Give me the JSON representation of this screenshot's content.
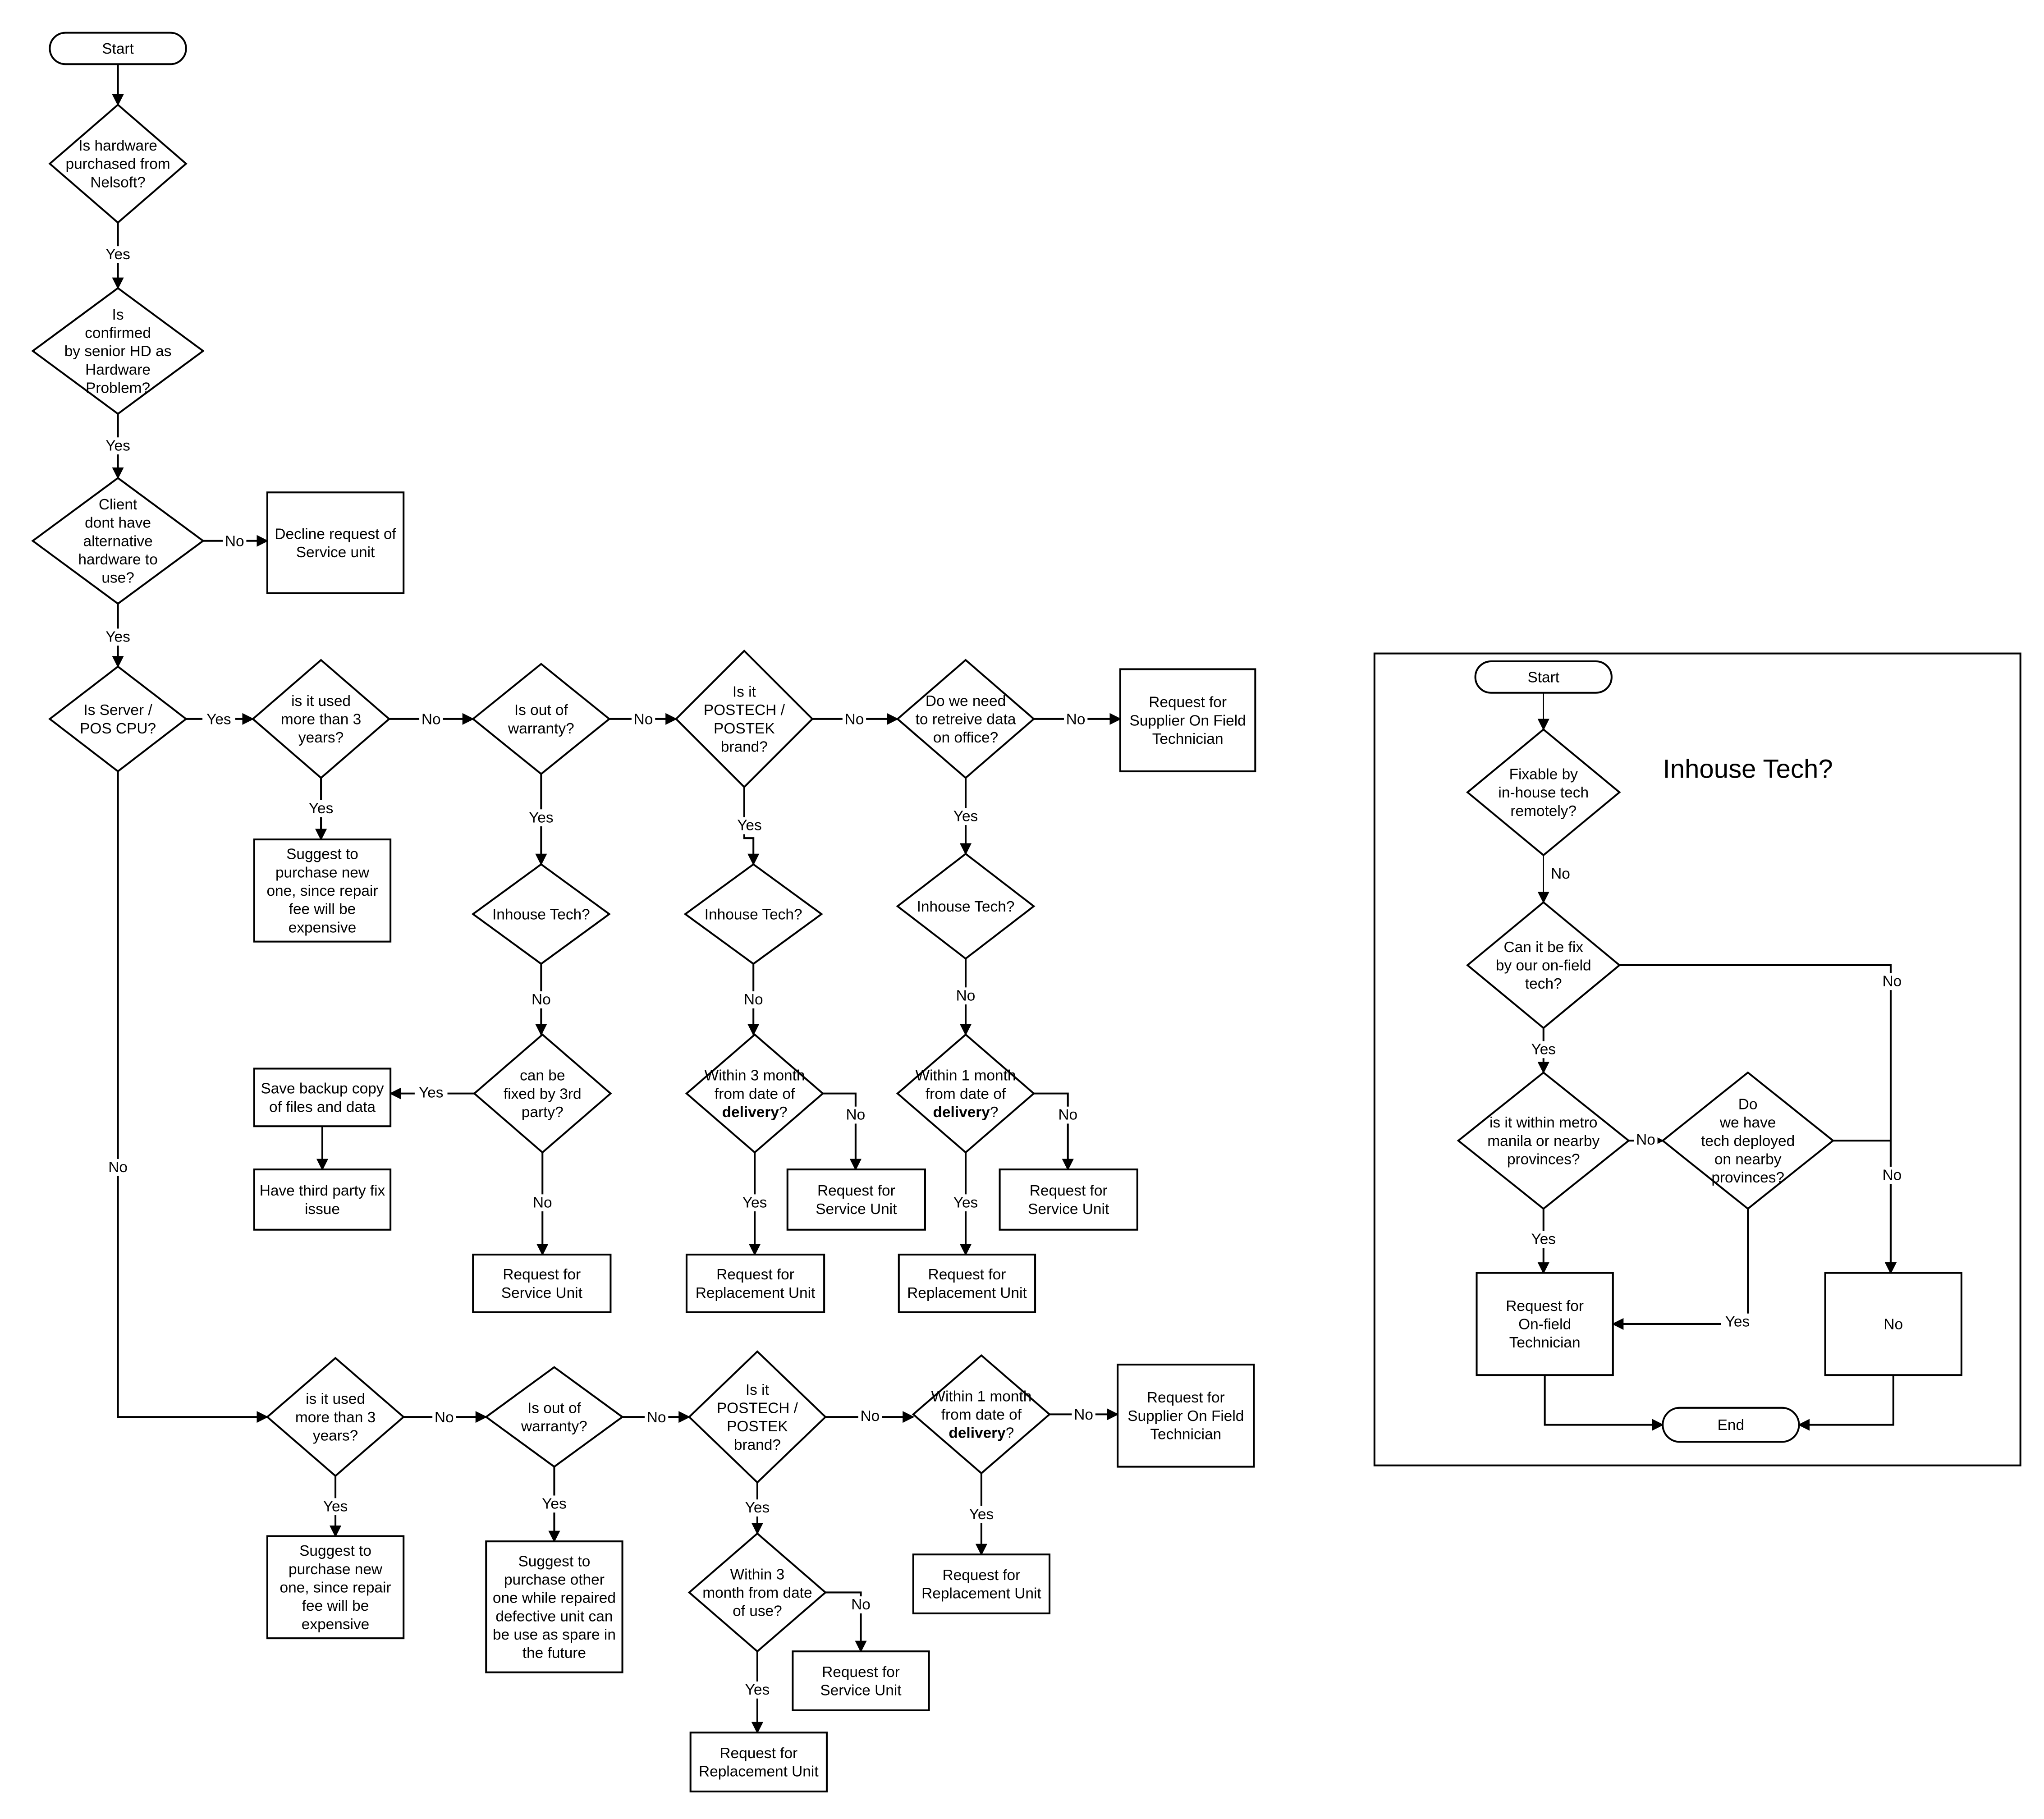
{
  "diagram": {
    "colors": {
      "stroke": "#000000",
      "background": "#ffffff",
      "fill": "#ffffff"
    },
    "main_flow": {
      "nodes": [
        {
          "id": "start",
          "type": "terminal",
          "lines": [
            "Start"
          ]
        },
        {
          "id": "d_hw_purchased",
          "type": "decision",
          "lines": [
            "Is hardware",
            "purchased from",
            "Nelsoft?"
          ]
        },
        {
          "id": "d_confirmed_hw",
          "type": "decision",
          "lines": [
            "Is",
            "confirmed",
            "by senior HD as",
            "Hardware",
            "Problem?"
          ]
        },
        {
          "id": "d_client_alt",
          "type": "decision",
          "lines": [
            "Client",
            "dont have",
            "alternative",
            "hardware to",
            "use?"
          ]
        },
        {
          "id": "p_decline",
          "type": "process",
          "lines": [
            "Decline request of",
            "Service unit"
          ]
        },
        {
          "id": "d_server_pos",
          "type": "decision",
          "lines": [
            "Is Server /",
            "POS CPU?"
          ]
        },
        {
          "id": "d_used_3yrs_a",
          "type": "decision",
          "lines": [
            "is it used",
            "more than 3",
            "years?"
          ]
        },
        {
          "id": "p_suggest_new_a",
          "type": "process",
          "lines": [
            "Suggest to",
            "purchase new",
            "one, since repair",
            "fee will be",
            "expensive"
          ]
        },
        {
          "id": "d_warranty_a",
          "type": "decision",
          "lines": [
            "Is out of",
            "warranty?"
          ]
        },
        {
          "id": "d_postech_a",
          "type": "decision",
          "lines": [
            "Is it",
            "POSTECH /",
            "POSTEK",
            "brand?"
          ]
        },
        {
          "id": "d_retrieve_data",
          "type": "decision",
          "lines": [
            "Do we need",
            "to retreive data",
            "on office?"
          ]
        },
        {
          "id": "p_supplier_a",
          "type": "process",
          "lines": [
            "Request for",
            "Supplier On Field",
            "Technician"
          ]
        },
        {
          "id": "d_inhouse_a",
          "type": "decision",
          "lines": [
            "Inhouse Tech?"
          ]
        },
        {
          "id": "d_inhouse_b",
          "type": "decision",
          "lines": [
            "Inhouse Tech?"
          ]
        },
        {
          "id": "d_inhouse_c",
          "type": "decision",
          "lines": [
            "Inhouse Tech?"
          ]
        },
        {
          "id": "d_third_party",
          "type": "decision",
          "lines": [
            "can be",
            "fixed by 3rd",
            "party?"
          ]
        },
        {
          "id": "p_backup",
          "type": "process",
          "lines": [
            "Save backup copy",
            "of files and data"
          ]
        },
        {
          "id": "p_third_party_fix",
          "type": "process",
          "lines": [
            "Have third party fix",
            "issue"
          ]
        },
        {
          "id": "p_service_a",
          "type": "process",
          "lines": [
            "Request for",
            "Service Unit"
          ]
        },
        {
          "id": "d_3month_delivery",
          "type": "decision",
          "lines": [
            "Within 3 month",
            "from date of",
            "delivery?"
          ],
          "bold_word": "delivery"
        },
        {
          "id": "p_service_b",
          "type": "process",
          "lines": [
            "Request for",
            "Service Unit"
          ]
        },
        {
          "id": "p_replace_a",
          "type": "process",
          "lines": [
            "Request for",
            "Replacement Unit"
          ]
        },
        {
          "id": "d_1month_delivery_a",
          "type": "decision",
          "lines": [
            "Within 1 month",
            "from date of",
            "delivery?"
          ],
          "bold_word": "delivery"
        },
        {
          "id": "p_service_c",
          "type": "process",
          "lines": [
            "Request for",
            "Service Unit"
          ]
        },
        {
          "id": "p_replace_b",
          "type": "process",
          "lines": [
            "Request for",
            "Replacement Unit"
          ]
        },
        {
          "id": "d_used_3yrs_b",
          "type": "decision",
          "lines": [
            "is it used",
            "more than 3",
            "years?"
          ]
        },
        {
          "id": "p_suggest_new_b",
          "type": "process",
          "lines": [
            "Suggest to",
            "purchase new",
            "one, since repair",
            "fee will be",
            "expensive"
          ]
        },
        {
          "id": "d_warranty_b",
          "type": "decision",
          "lines": [
            "Is out of",
            "warranty?"
          ]
        },
        {
          "id": "p_suggest_other",
          "type": "process",
          "lines": [
            "Suggest to",
            "purchase other",
            "one while repaired",
            "defective unit can",
            "be use as spare in",
            "the future"
          ]
        },
        {
          "id": "d_postech_b",
          "type": "decision",
          "lines": [
            "Is it",
            "POSTECH /",
            "POSTEK",
            "brand?"
          ]
        },
        {
          "id": "d_3month_use",
          "type": "decision",
          "lines": [
            "Within 3",
            "month from date",
            "of use?"
          ]
        },
        {
          "id": "p_service_d",
          "type": "process",
          "lines": [
            "Request for",
            "Service Unit"
          ]
        },
        {
          "id": "p_replace_c",
          "type": "process",
          "lines": [
            "Request for",
            "Replacement Unit"
          ]
        },
        {
          "id": "d_1month_delivery_b",
          "type": "decision",
          "lines": [
            "Within 1 month",
            "from date of",
            "delivery?"
          ],
          "bold_word": "delivery"
        },
        {
          "id": "p_supplier_b",
          "type": "process",
          "lines": [
            "Request for",
            "Supplier On Field",
            "Technician"
          ]
        },
        {
          "id": "p_replace_d",
          "type": "process",
          "lines": [
            "Request for",
            "Replacement Unit"
          ]
        }
      ],
      "edges": [
        {
          "from": "start",
          "to": "d_hw_purchased",
          "label": ""
        },
        {
          "from": "d_hw_purchased",
          "to": "d_confirmed_hw",
          "label": "Yes"
        },
        {
          "from": "d_confirmed_hw",
          "to": "d_client_alt",
          "label": "Yes"
        },
        {
          "from": "d_client_alt",
          "to": "p_decline",
          "label": "No"
        },
        {
          "from": "d_client_alt",
          "to": "d_server_pos",
          "label": "Yes"
        },
        {
          "from": "d_server_pos",
          "to": "d_used_3yrs_a",
          "label": "Yes"
        },
        {
          "from": "d_server_pos",
          "to": "d_used_3yrs_b",
          "label": "No"
        },
        {
          "from": "d_used_3yrs_a",
          "to": "p_suggest_new_a",
          "label": "Yes"
        },
        {
          "from": "d_used_3yrs_a",
          "to": "d_warranty_a",
          "label": "No"
        },
        {
          "from": "d_warranty_a",
          "to": "d_postech_a",
          "label": "No"
        },
        {
          "from": "d_warranty_a",
          "to": "d_inhouse_a",
          "label": "Yes"
        },
        {
          "from": "d_postech_a",
          "to": "d_retrieve_data",
          "label": "No"
        },
        {
          "from": "d_postech_a",
          "to": "d_inhouse_b",
          "label": "Yes"
        },
        {
          "from": "d_retrieve_data",
          "to": "p_supplier_a",
          "label": "No"
        },
        {
          "from": "d_retrieve_data",
          "to": "d_inhouse_c",
          "label": "Yes"
        },
        {
          "from": "d_inhouse_a",
          "to": "d_third_party",
          "label": "No"
        },
        {
          "from": "d_inhouse_b",
          "to": "d_3month_delivery",
          "label": "No"
        },
        {
          "from": "d_inhouse_c",
          "to": "d_1month_delivery_a",
          "label": "No"
        },
        {
          "from": "d_third_party",
          "to": "p_backup",
          "label": "Yes"
        },
        {
          "from": "d_third_party",
          "to": "p_service_a",
          "label": "No"
        },
        {
          "from": "p_backup",
          "to": "p_third_party_fix",
          "label": ""
        },
        {
          "from": "d_3month_delivery",
          "to": "p_service_b",
          "label": "No"
        },
        {
          "from": "d_3month_delivery",
          "to": "p_replace_a",
          "label": "Yes"
        },
        {
          "from": "d_1month_delivery_a",
          "to": "p_service_c",
          "label": "No"
        },
        {
          "from": "d_1month_delivery_a",
          "to": "p_replace_b",
          "label": "Yes"
        },
        {
          "from": "d_used_3yrs_b",
          "to": "p_suggest_new_b",
          "label": "Yes"
        },
        {
          "from": "d_used_3yrs_b",
          "to": "d_warranty_b",
          "label": "No"
        },
        {
          "from": "d_warranty_b",
          "to": "p_suggest_other",
          "label": "Yes"
        },
        {
          "from": "d_warranty_b",
          "to": "d_postech_b",
          "label": "No"
        },
        {
          "from": "d_postech_b",
          "to": "d_3month_use",
          "label": "Yes"
        },
        {
          "from": "d_postech_b",
          "to": "d_1month_delivery_b",
          "label": "No"
        },
        {
          "from": "d_3month_use",
          "to": "p_service_d",
          "label": "No"
        },
        {
          "from": "d_3month_use",
          "to": "p_replace_c",
          "label": "Yes"
        },
        {
          "from": "d_1month_delivery_b",
          "to": "p_supplier_b",
          "label": "No"
        },
        {
          "from": "d_1month_delivery_b",
          "to": "p_replace_d",
          "label": "Yes"
        }
      ]
    },
    "inhouse_panel": {
      "title": "Inhouse Tech?",
      "nodes": [
        {
          "id": "i_start",
          "type": "terminal",
          "lines": [
            "Start"
          ]
        },
        {
          "id": "i_fixable_remote",
          "type": "decision",
          "lines": [
            "Fixable by",
            "in-house tech",
            "remotely?"
          ]
        },
        {
          "id": "i_onfield_fix",
          "type": "decision",
          "lines": [
            "Can it be fix",
            "by our on-field",
            "tech?"
          ]
        },
        {
          "id": "i_metro_manila",
          "type": "decision",
          "lines": [
            "is it within metro",
            "manila or nearby",
            "provinces?"
          ]
        },
        {
          "id": "i_tech_deployed",
          "type": "decision",
          "lines": [
            "Do",
            "we have",
            "tech deployed",
            "on nearby",
            "provinces?"
          ]
        },
        {
          "id": "i_request_onfield",
          "type": "process",
          "lines": [
            "Request for",
            "On-field",
            "Technician"
          ]
        },
        {
          "id": "i_no",
          "type": "process",
          "lines": [
            "No"
          ]
        },
        {
          "id": "i_end",
          "type": "terminal",
          "lines": [
            "End"
          ]
        }
      ],
      "edges": [
        {
          "from": "i_start",
          "to": "i_fixable_remote",
          "label": ""
        },
        {
          "from": "i_fixable_remote",
          "to": "i_onfield_fix",
          "label": "No"
        },
        {
          "from": "i_onfield_fix",
          "to": "i_metro_manila",
          "label": "Yes"
        },
        {
          "from": "i_onfield_fix",
          "to": "i_no",
          "label": "No"
        },
        {
          "from": "i_metro_manila",
          "to": "i_tech_deployed",
          "label": "No"
        },
        {
          "from": "i_metro_manila",
          "to": "i_request_onfield",
          "label": "Yes"
        },
        {
          "from": "i_tech_deployed",
          "to": "i_request_onfield",
          "label": "Yes"
        },
        {
          "from": "i_tech_deployed",
          "to": "i_no",
          "label": "No"
        },
        {
          "from": "i_request_onfield",
          "to": "i_end",
          "label": ""
        },
        {
          "from": "i_no",
          "to": "i_end",
          "label": ""
        }
      ]
    }
  }
}
